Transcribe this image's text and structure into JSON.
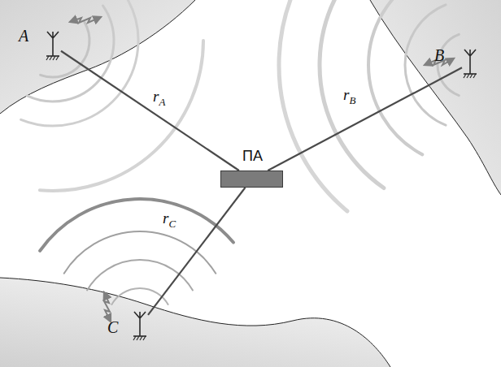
{
  "diagram": {
    "nodes": [
      {
        "text": [
          "A"
        ]
      },
      {
        "text": [
          "B"
        ]
      },
      {
        "text": [
          "ПА"
        ]
      },
      {
        "text": [
          "C"
        ]
      }
    ],
    "edges": [
      {
        "from": 0,
        "to": 2,
        "arrow": "none",
        "label": "rA"
      },
      {
        "from": 1,
        "to": 2,
        "arrow": "none",
        "label": "rB"
      },
      {
        "from": 3,
        "to": 2,
        "arrow": "none",
        "label": "rC"
      }
    ]
  }
}
